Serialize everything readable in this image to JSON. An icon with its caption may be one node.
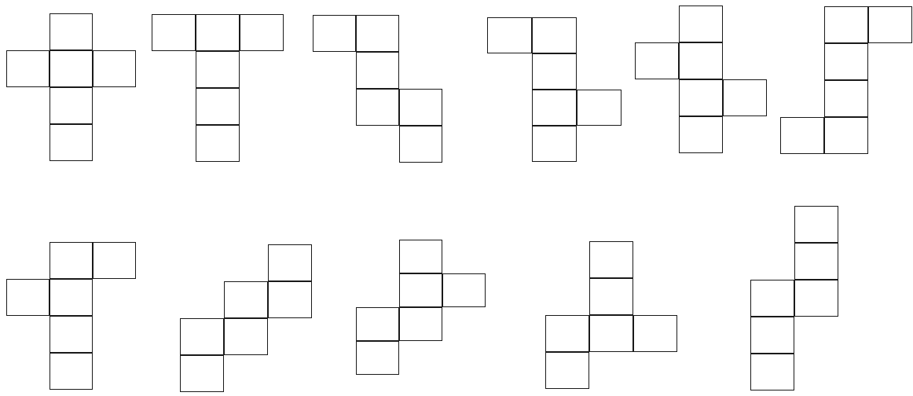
{
  "diagram": {
    "nodes": [
      {
        "text": [],
        "shape": "box"
      },
      {
        "text": [],
        "shape": "box"
      },
      {
        "text": [],
        "shape": "box"
      },
      {
        "text": [],
        "shape": "box"
      },
      {
        "text": [],
        "shape": "box"
      },
      {
        "text": [],
        "shape": "box"
      },
      {
        "text": [],
        "shape": "box"
      },
      {
        "text": [],
        "shape": "box"
      },
      {
        "text": [],
        "shape": "box"
      },
      {
        "text": [],
        "shape": "box"
      },
      {
        "text": [],
        "shape": "box"
      },
      {
        "text": [],
        "shape": "box"
      },
      {
        "text": [],
        "shape": "box"
      },
      {
        "text": [],
        "shape": "box"
      },
      {
        "text": [],
        "shape": "box"
      },
      {
        "text": [],
        "shape": "box"
      },
      {
        "text": [],
        "shape": "box"
      },
      {
        "text": [],
        "shape": "box"
      },
      {
        "text": [],
        "shape": "box"
      },
      {
        "text": [],
        "shape": "box"
      },
      {
        "text": [],
        "shape": "box"
      },
      {
        "text": [],
        "shape": "box"
      },
      {
        "text": [],
        "shape": "box"
      },
      {
        "text": [],
        "shape": "box"
      },
      {
        "text": [],
        "shape": "box"
      },
      {
        "text": [],
        "shape": "box"
      },
      {
        "text": [],
        "shape": "box"
      },
      {
        "text": [],
        "shape": "box"
      },
      {
        "text": [],
        "shape": "box"
      },
      {
        "text": [],
        "shape": "box"
      },
      {
        "text": [],
        "shape": "box"
      },
      {
        "text": [],
        "shape": "box"
      },
      {
        "text": [],
        "shape": "box"
      },
      {
        "text": [],
        "shape": "box"
      },
      {
        "text": [],
        "shape": "box"
      },
      {
        "text": [],
        "shape": "box"
      },
      {
        "text": [],
        "shape": "box"
      },
      {
        "text": [],
        "shape": "box"
      },
      {
        "text": [],
        "shape": "box"
      },
      {
        "text": [],
        "shape": "box"
      },
      {
        "text": [],
        "shape": "box"
      },
      {
        "text": [],
        "shape": "box"
      },
      {
        "text": [],
        "shape": "box"
      },
      {
        "text": [],
        "shape": "box"
      },
      {
        "text": [],
        "shape": "box"
      },
      {
        "text": [],
        "shape": "box"
      },
      {
        "text": [],
        "shape": "box"
      },
      {
        "text": [],
        "shape": "box"
      },
      {
        "text": [],
        "shape": "box"
      },
      {
        "text": [],
        "shape": "box"
      },
      {
        "text": [],
        "shape": "box"
      },
      {
        "text": [],
        "shape": "box"
      },
      {
        "text": [],
        "shape": "box"
      },
      {
        "text": [],
        "shape": "box"
      },
      {
        "text": [],
        "shape": "box"
      },
      {
        "text": [],
        "shape": "box"
      },
      {
        "text": [],
        "shape": "box"
      },
      {
        "text": [],
        "shape": "box"
      },
      {
        "text": [],
        "shape": "box"
      },
      {
        "text": [],
        "shape": "box"
      },
      {
        "text": [],
        "shape": "box"
      },
      {
        "text": [],
        "shape": "box"
      },
      {
        "text": [],
        "shape": "box"
      },
      {
        "text": [],
        "shape": "box"
      },
      {
        "text": [],
        "shape": "box"
      },
      {
        "text": [],
        "shape": "box"
      }
    ]
  }
}
